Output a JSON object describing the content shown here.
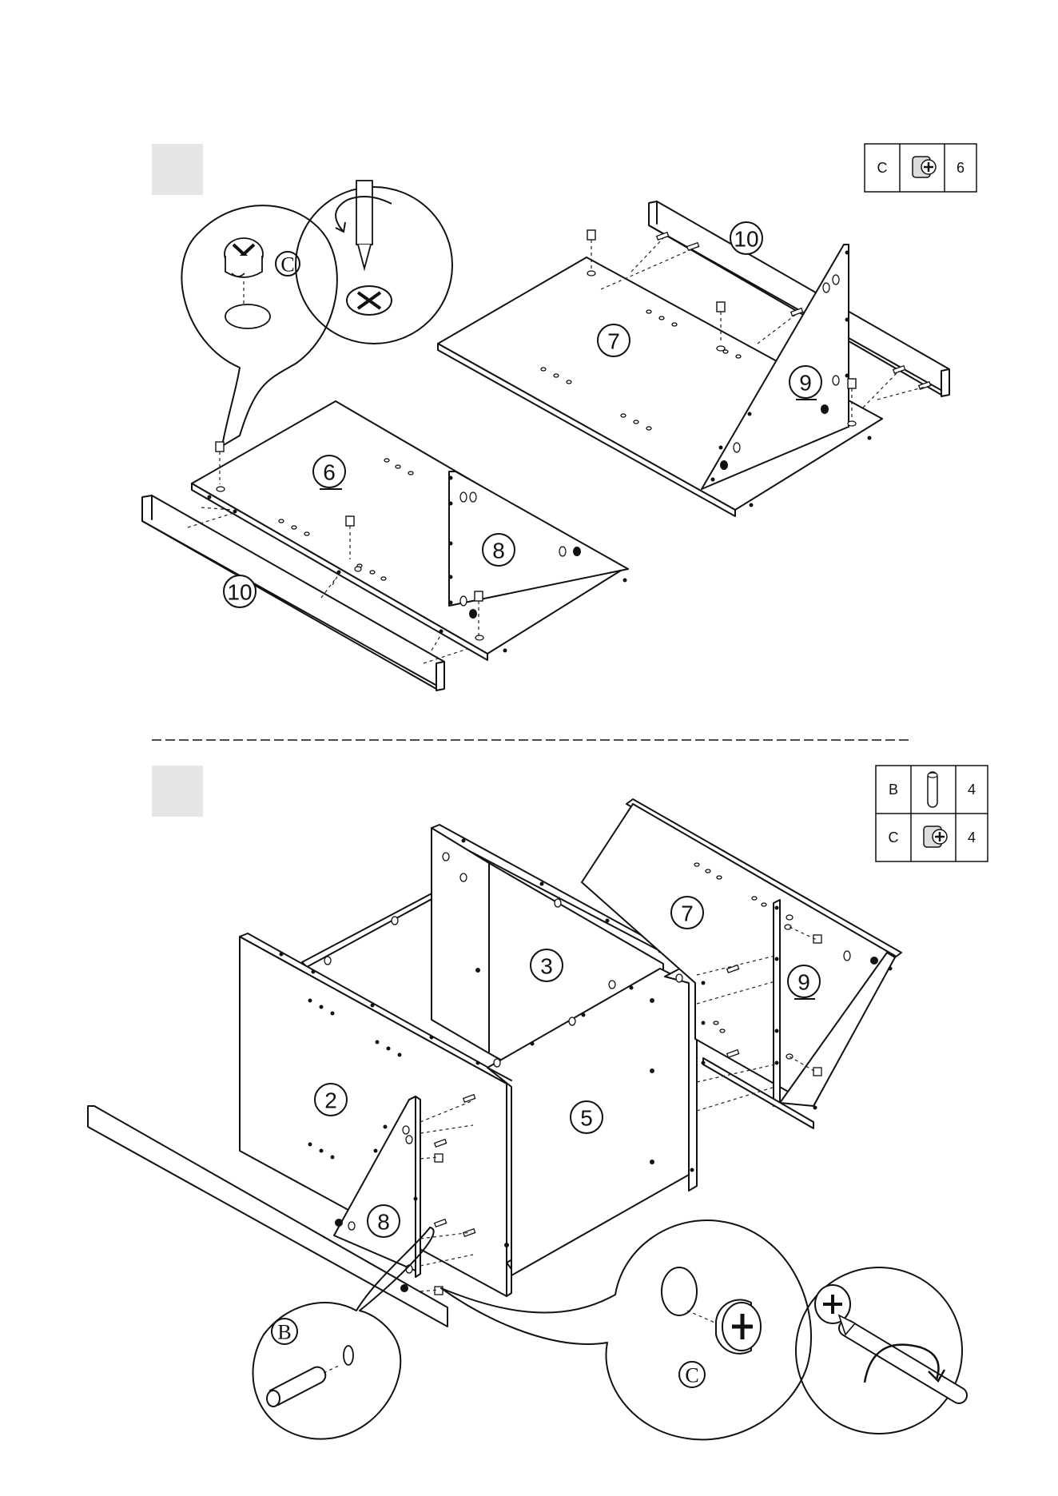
{
  "step1": {
    "parts_table": [
      {
        "code": "C",
        "icon": "cam-lock-icon",
        "qty": "6"
      }
    ],
    "fastener_label": "C",
    "panels": {
      "shelf_left": "6",
      "brace_left": "8",
      "rail_left": "10",
      "shelf_right": "7",
      "brace_right": "9",
      "rail_right": "10"
    }
  },
  "step2": {
    "parts_table": [
      {
        "code": "B",
        "icon": "dowel-icon",
        "qty": "4"
      },
      {
        "code": "C",
        "icon": "cam-lock-icon",
        "qty": "4"
      }
    ],
    "dowel_label": "B",
    "cam_label": "C",
    "panels": {
      "left_side": "2",
      "back": "3",
      "divider": "5",
      "shelf": "7",
      "brace_right": "9",
      "brace_left": "8"
    }
  }
}
